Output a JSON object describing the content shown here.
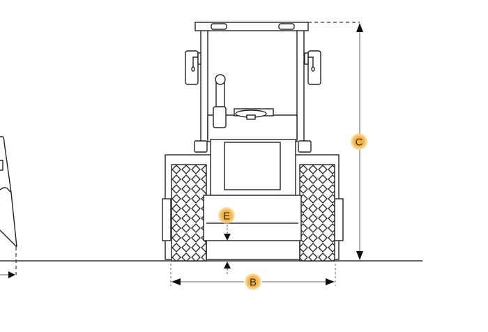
{
  "diagram": {
    "subject": "Front view of compact roller / tractor with dimension callouts",
    "colors": {
      "line": "#222222",
      "dimension_line": "#9a9a9a",
      "marker_fill": "#f2b544",
      "marker_glow": "#f7d48a",
      "marker_text": "#3a2a10"
    },
    "markers": [
      {
        "id": "C",
        "label": "C",
        "meaning": "overall height"
      },
      {
        "id": "E",
        "label": "E",
        "meaning": "ground clearance"
      },
      {
        "id": "B",
        "label": "B",
        "meaning": "overall width"
      }
    ]
  }
}
